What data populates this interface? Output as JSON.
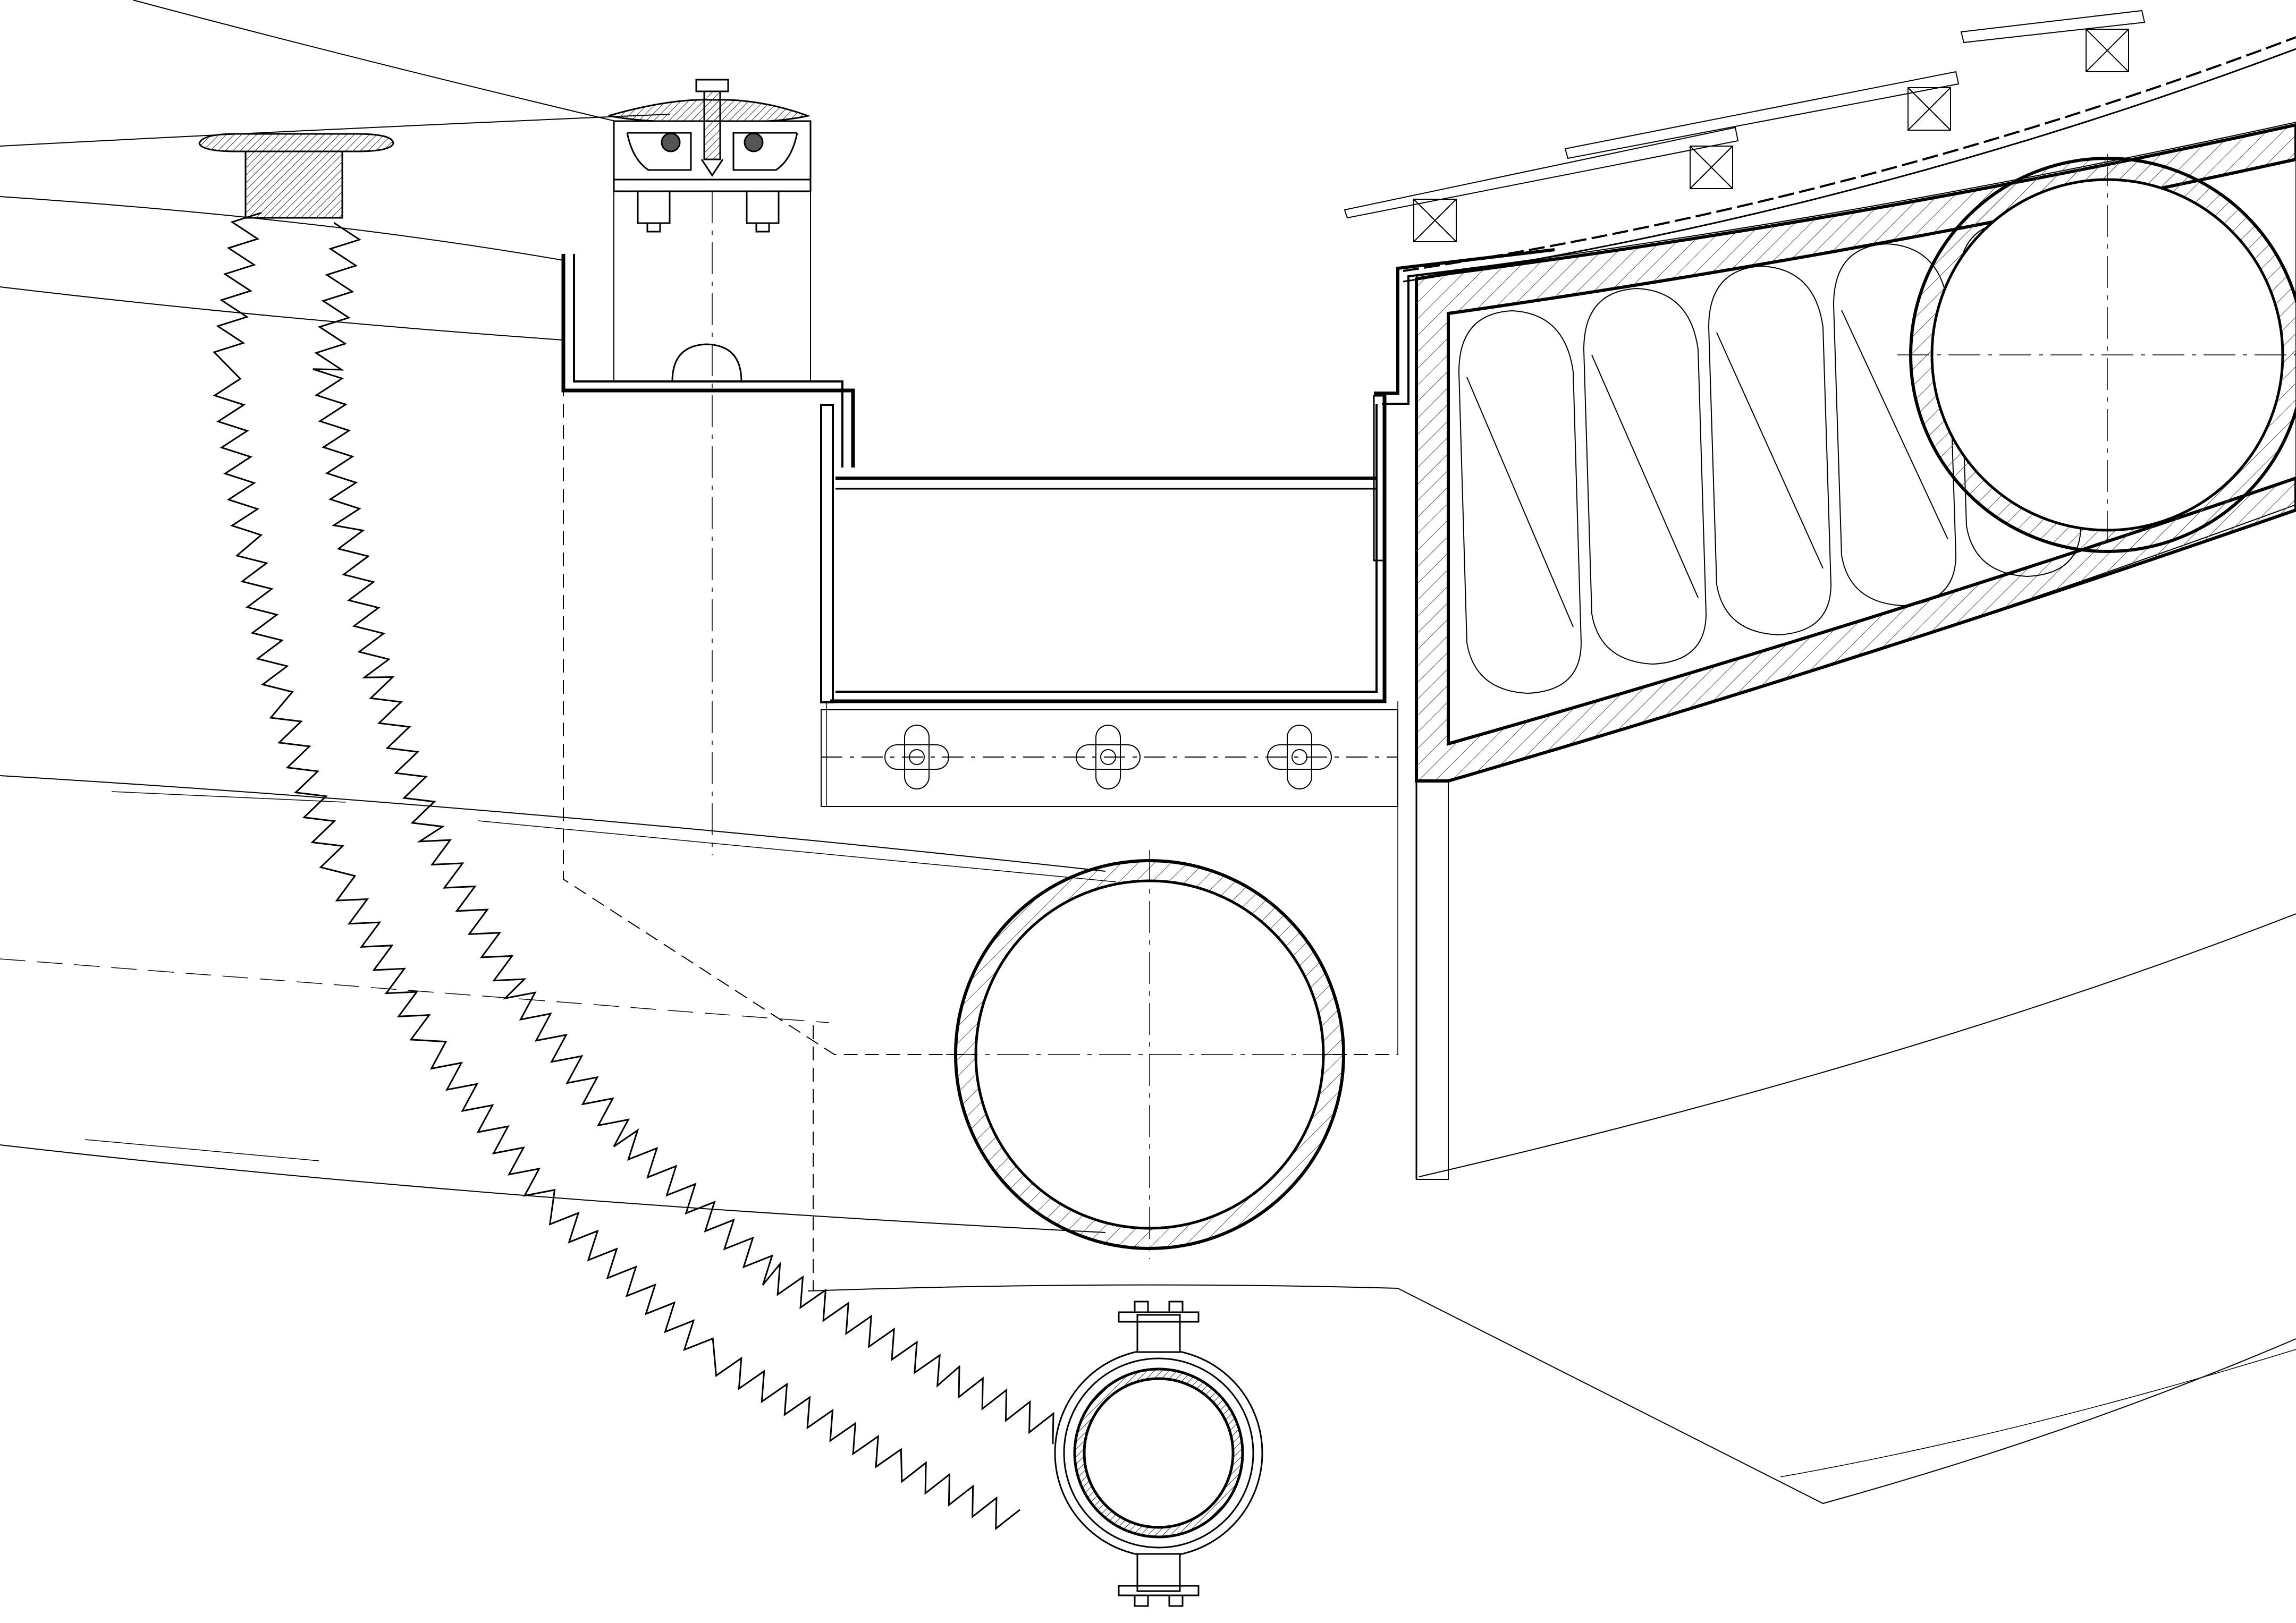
{
  "drawing": {
    "type": "architectural-section-detail",
    "background_color": "#ffffff",
    "line_color": "#000000",
    "text_labels": []
  },
  "components": [
    {
      "id": "drain-outlet-flange",
      "icon": "drain-outlet-icon"
    },
    {
      "id": "corrugated-drain-hose",
      "icon": "corrugated-hose-icon"
    },
    {
      "id": "mounting-bracket-with-screw",
      "icon": "bracket-icon"
    },
    {
      "id": "gutter-channel",
      "icon": "gutter-icon"
    },
    {
      "id": "slotted-support-plate",
      "icon": "slotted-plate-icon"
    },
    {
      "id": "large-round-pipe",
      "icon": "pipe-icon"
    },
    {
      "id": "clamped-pipe",
      "icon": "pipe-clamp-icon"
    },
    {
      "id": "insulated-curved-roof",
      "icon": "insulation-icon"
    },
    {
      "id": "roof-edge-pipe",
      "icon": "pipe-icon"
    },
    {
      "id": "roof-battens",
      "icon": "batten-icon"
    }
  ]
}
